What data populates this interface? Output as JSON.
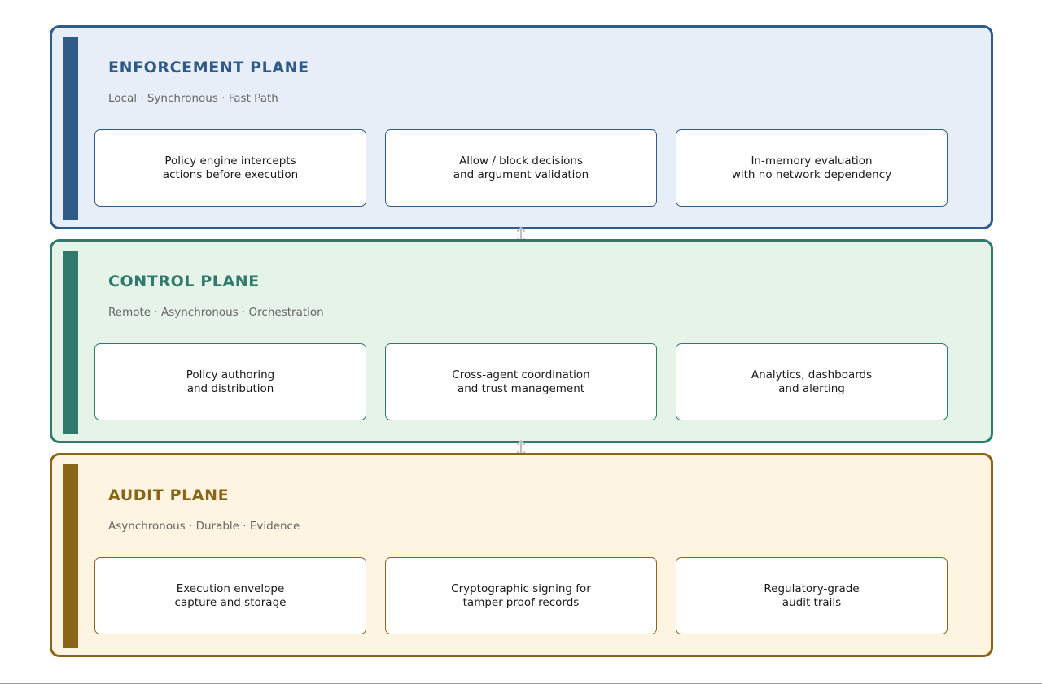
{
  "planes": [
    {
      "title": "ENFORCEMENT PLANE",
      "subtitle": "Local  ·  Synchronous  ·  Fast Path",
      "colors": {
        "accent": "#2e5b87",
        "background": "#e7eef8"
      },
      "boxes": [
        "Policy engine intercepts\nactions before execution",
        "Allow / block decisions\nand argument validation",
        "In-memory evaluation\nwith no network dependency"
      ]
    },
    {
      "title": "CONTROL PLANE",
      "subtitle": "Remote  ·  Asynchronous  ·  Orchestration",
      "colors": {
        "accent": "#2f7a6b",
        "background": "#e5f3e9"
      },
      "boxes": [
        "Policy authoring\nand distribution",
        "Cross-agent coordination\nand trust management",
        "Analytics, dashboards\nand alerting"
      ]
    },
    {
      "title": "AUDIT PLANE",
      "subtitle": "Asynchronous  ·  Durable  ·  Evidence",
      "colors": {
        "accent": "#8a6518",
        "background": "#fdf5e1"
      },
      "boxes": [
        "Execution envelope\ncapture and storage",
        "Cryptographic signing for\ntamper-proof records",
        "Regulatory-grade\naudit trails"
      ]
    }
  ],
  "connector_color": "#b9bec7"
}
